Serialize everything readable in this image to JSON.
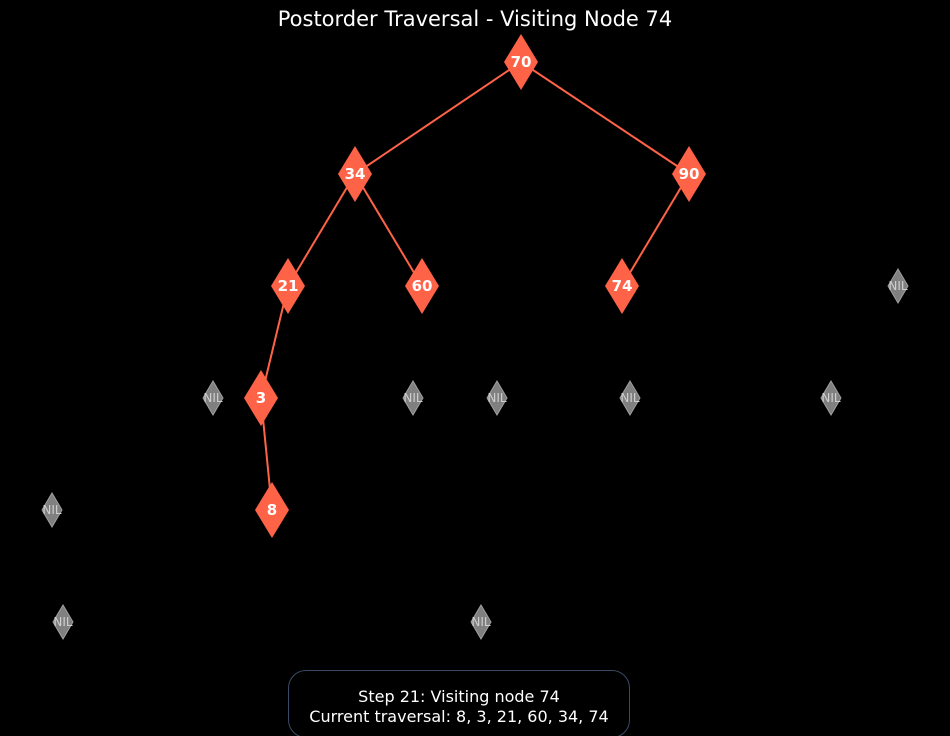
{
  "title": "Postorder Traversal - Visiting Node 74",
  "colors": {
    "node_fill": "#ff6347",
    "edge": "#ff6347",
    "nil_fill": "#808080",
    "nil_stroke": "#a0a0a0",
    "text": "#ffffff",
    "background": "#000000"
  },
  "tree": {
    "nodes": [
      {
        "id": "70",
        "label": "70"
      },
      {
        "id": "34",
        "label": "34"
      },
      {
        "id": "90",
        "label": "90"
      },
      {
        "id": "21",
        "label": "21"
      },
      {
        "id": "60",
        "label": "60"
      },
      {
        "id": "74",
        "label": "74"
      },
      {
        "id": "3",
        "label": "3"
      },
      {
        "id": "8",
        "label": "8"
      }
    ],
    "edges": [
      {
        "from": "70",
        "to": "34"
      },
      {
        "from": "70",
        "to": "90"
      },
      {
        "from": "34",
        "to": "21"
      },
      {
        "from": "34",
        "to": "60"
      },
      {
        "from": "90",
        "to": "74"
      },
      {
        "from": "21",
        "to": "3"
      },
      {
        "from": "3",
        "to": "8"
      }
    ],
    "nil_label": "NIL"
  },
  "status": {
    "step_text": "Step 21: Visiting node 74",
    "traversal_text": "Current traversal: 8, 3, 21, 60, 34, 74"
  }
}
